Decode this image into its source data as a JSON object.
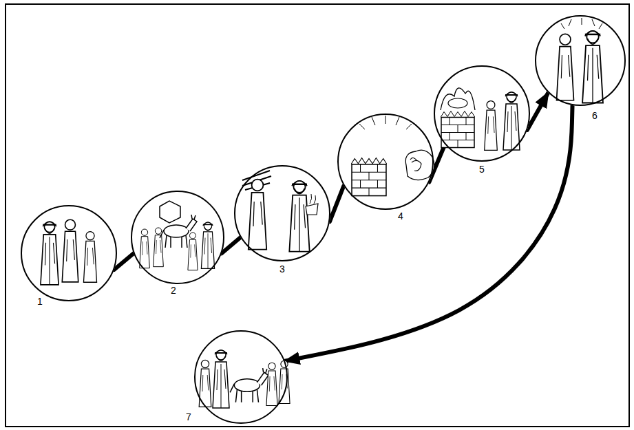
{
  "diagram": {
    "nodes": [
      {
        "text": [
          "1"
        ]
      },
      {
        "text": [
          "2"
        ]
      },
      {
        "text": [
          "3"
        ]
      },
      {
        "text": [
          "4"
        ]
      },
      {
        "text": [
          "5"
        ]
      },
      {
        "text": [
          "6"
        ]
      },
      {
        "text": [
          "7"
        ]
      }
    ],
    "edges": [
      {
        "from": 0,
        "to": 1,
        "arrow": "none"
      },
      {
        "from": 1,
        "to": 2,
        "arrow": "none"
      },
      {
        "from": 2,
        "to": 3,
        "arrow": "none"
      },
      {
        "from": 3,
        "to": 4,
        "arrow": "none"
      },
      {
        "from": 4,
        "to": 5,
        "arrow": "to"
      },
      {
        "from": 5,
        "to": 6,
        "arrow": "to"
      }
    ]
  }
}
